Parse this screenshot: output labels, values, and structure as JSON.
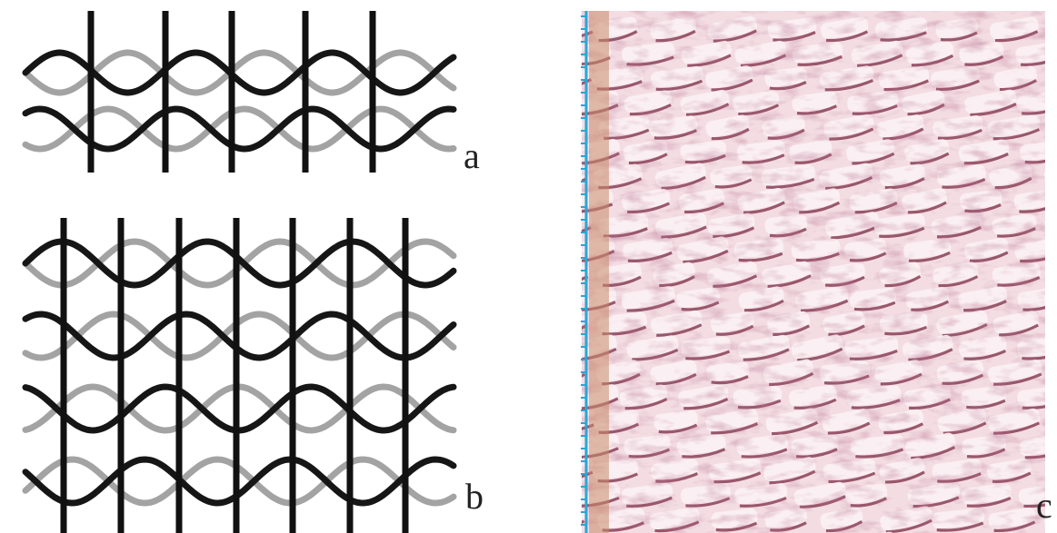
{
  "figure": {
    "panels": [
      {
        "id": "a",
        "label": "a",
        "description_type": "weave-diagram",
        "weft_rows": 2
      },
      {
        "id": "b",
        "label": "b",
        "description_type": "weave-diagram",
        "weft_rows": 4
      },
      {
        "id": "c",
        "label": "c",
        "description_type": "photograph"
      }
    ]
  },
  "colors": {
    "warp": "#111111",
    "weft_dark": "#161616",
    "weft_light": "#a3a3a3",
    "fabric_base": "#f3dde3",
    "fabric_shadow": "#7a2a44",
    "fabric_highlight": "#fbf1f3",
    "edge_strip": "#c98a6a",
    "scale_bar": "#2aa6d6",
    "label": "#222222"
  },
  "icons": {
    "scale_bar": "ruler-scale"
  }
}
